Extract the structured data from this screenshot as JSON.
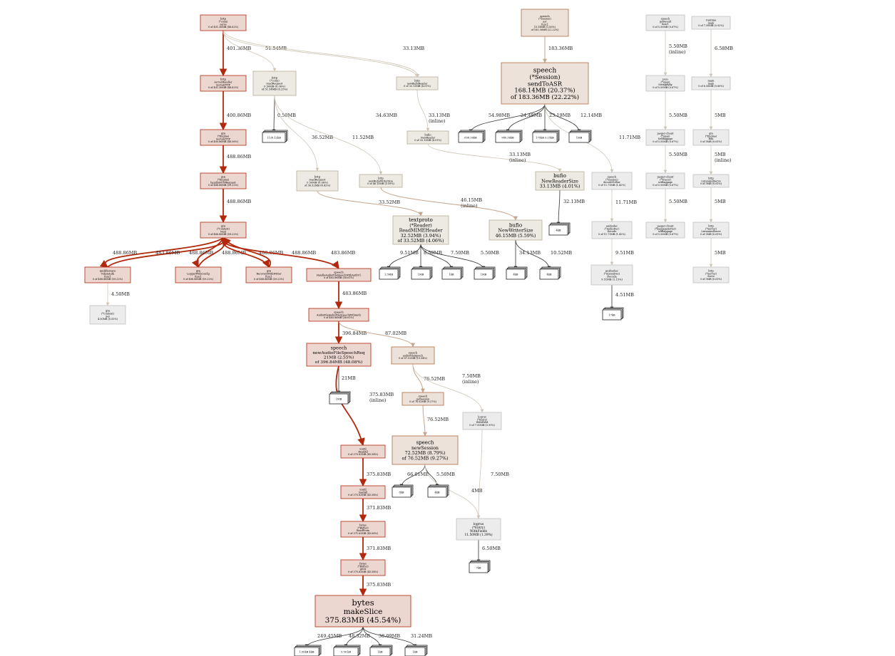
{
  "colors": {
    "hot_fill": "#ecd6d0",
    "hot_border": "#b2280c",
    "warm_fill": "#ede2d9",
    "warm_border": "#b06b45",
    "cool_fill": "#edeae4",
    "cool_border": "#b7ad9a",
    "cold_fill": "#ececec",
    "cold_border": "#c0c0c0",
    "hot_edge": "#b2280c",
    "warm_edge": "#c6a58b",
    "cool_edge": "#cfc5b5",
    "leaf_border": "#000000"
  },
  "nodes": {
    "http_conn_serve": {
      "lines": [
        "http",
        "(*conn)",
        "serve",
        "0 of 401.36MB (48.62%)"
      ]
    },
    "http_serverHandler": {
      "lines": [
        "http",
        "serverHandler",
        "ServeHTTP",
        "0 of 401.36MB (48.62%)"
      ]
    },
    "gin_engine_servehttp": {
      "lines": [
        "gin",
        "(*Engine)",
        "ServeHTTP",
        "0 of 400.86MB (48.56%)"
      ]
    },
    "gin_engine_handle": {
      "lines": [
        "gin",
        "(*Engine)",
        "handleHTTPRequest",
        "0 of 488.86MB (59.22%)"
      ]
    },
    "gin_context_next": {
      "lines": [
        "gin",
        "(*Context)",
        "Next",
        "0 of 488.86MB (59.22%)"
      ]
    },
    "middleware_tokenauth": {
      "lines": [
        "middleware",
        "TokenAuth",
        "func1",
        "0 of 488.86MB (59.22%)"
      ]
    },
    "gin_loggerwithconfig": {
      "lines": [
        "gin",
        "LoggerWithConfig",
        "func1",
        "0 of 488.86MB (59.22%)"
      ]
    },
    "gin_recovery": {
      "lines": [
        "gin",
        "RecoveryWithWriter",
        "func1",
        "0 of 488.86MB (59.22%)"
      ]
    },
    "speech_handleaudio": {
      "lines": [
        "speech",
        "HandleAudioFileSpeechWithAuthV1",
        "0 of 483.86MB (58.61%)"
      ]
    },
    "gin_context_set": {
      "lines": [
        "gin",
        "(*Context)",
        "Set",
        "4.50MB (0.55%)"
      ]
    },
    "speech_audiofile": {
      "lines": [
        "speech",
        "AudioFileAudioFileSpeechWithAuth",
        "0 of 483.86MB (58.61%)"
      ]
    },
    "speech_newaudiofile": {
      "lines": [
        "speech",
        "newAudioFileSpeechReq",
        "21MB (2.55%)",
        "of 396.84MB (48.08%)"
      ]
    },
    "speech_audiofilespeech": {
      "lines": [
        "speech",
        "audioFileSpeech",
        "0 of 87.02MB (10.54%)"
      ]
    },
    "speech_getsession": {
      "lines": [
        "speech",
        "getSession",
        "0 of 76.52MB (9.27%)"
      ]
    },
    "speech_newsession": {
      "lines": [
        "speech",
        "newSession",
        "72.52MB (8.79%)",
        "of 76.52MB (9.27%)"
      ]
    },
    "logrus_entry": {
      "lines": [
        "logrus",
        "(*Entry)",
        "WithField",
        "0 of 7.50MB (0.91%)"
      ]
    },
    "logrus_withfields": {
      "lines": [
        "logrus",
        "(*Entry)",
        "WithFields",
        "11.50MB (1.39%)"
      ]
    },
    "ioutil_readall": {
      "lines": [
        "ioutil",
        "ReadAll",
        "0 of 375.83MB (45.54%)"
      ]
    },
    "ioutil_readall2": {
      "lines": [
        "ioutil",
        "readAll",
        "0 of 375.83MB (45.54%)"
      ]
    },
    "bytes_readfrom": {
      "lines": [
        "bytes",
        "(*Buffer)",
        "ReadFrom",
        "0 of 371.83MB (45.06%)"
      ]
    },
    "bytes_grow": {
      "lines": [
        "bytes",
        "(*Buffer)",
        "grow",
        "0 of 375.83MB (45.54%)"
      ]
    },
    "bytes_makeslice": {
      "lines": [
        "bytes",
        "makeSlice",
        "375.83MB (45.54%)"
      ]
    },
    "http_readrequest": {
      "lines": [
        "http",
        "(*conn)",
        "readRequest",
        "0.50MB (0.06%)",
        "of 51.54MB (6.25%)"
      ]
    },
    "http_readrequest2": {
      "lines": [
        "http",
        "readRequest",
        "0.50MB (0.06%)",
        "of 36.52MB (4.42%)"
      ]
    },
    "textproto_mime": {
      "lines": [
        "textproto",
        "(*Reader)",
        "ReadMIMEHeader",
        "32.52MB (3.94%)",
        "of 33.52MB (4.06%)"
      ]
    },
    "http_newbufiowriter": {
      "lines": [
        "http",
        "newBufioWriterSize",
        "0 of 46.15MB (5.59%)"
      ]
    },
    "bufio_newwritersize": {
      "lines": [
        "bufio",
        "NewWriterSize",
        "46.15MB (5.59%)"
      ]
    },
    "http_newbufioreader": {
      "lines": [
        "http",
        "newBufioReader",
        "0 of 33.13MB (4.01%)"
      ]
    },
    "bufio_newreader": {
      "lines": [
        "bufio",
        "NewReader",
        "0 of 33.13MB (4.01%)"
      ]
    },
    "bufio_newreadersize": {
      "lines": [
        "bufio",
        "NewReaderSize",
        "33.13MB (4.01%)"
      ]
    },
    "speech_session_asr_func": {
      "lines": [
        "speech",
        "(*Session)",
        "asr",
        "func1",
        "15.14MB (1.83%)",
        "of 183.36MB (22.22%)"
      ]
    },
    "speech_sendtoasr": {
      "lines": [
        "speech",
        "(*Session)",
        "sendToASR",
        "168.14MB (20.37%)",
        "of 183.36MB (22.22%)"
      ]
    },
    "speech_decodetowav": {
      "lines": [
        "speech",
        "(*Session)",
        "decodeToWav",
        "0 of 11.71MB (1.42%)"
      ]
    },
    "audiodec_decode": {
      "lines": [
        "audiodec",
        "(*AudioDec)",
        "Decode",
        "0 of 11.71MB (1.42%)"
      ]
    },
    "audiodec_speexdec": {
      "lines": [
        "audiodec",
        "(*SpeexDec)",
        "Decode",
        "9.51MB (1.15%)"
      ]
    },
    "speech_getresult": {
      "lines": [
        "speech",
        "getResult",
        "func1",
        "0 of 5.50MB (0.67%)"
      ]
    },
    "json_stringify": {
      "lines": [
        "json",
        "(*Span)",
        "StringifyBy",
        "0 of 5.50MB (0.67%)"
      ]
    },
    "jaeger_span": {
      "lines": [
        "jaeger-client",
        "(*Span)",
        "SetBaggage",
        "0 of 5.50MB (0.67%)"
      ]
    },
    "jaeger_tracer": {
      "lines": [
        "jaeger-client",
        "(*Tracer)",
        "setBaggage",
        "0 of 5.50MB (0.67%)"
      ]
    },
    "jaeger_baggage": {
      "lines": [
        "jaeger-client",
        "(*baggageSetter)",
        "setBaggage",
        "0 of 5.50MB (0.67%)"
      ]
    },
    "runtime_main": {
      "lines": [
        "runtime",
        "main",
        "0 of 7.58MB (0.92%)"
      ]
    },
    "main_main": {
      "lines": [
        "main",
        "main",
        "0 of 6.58MB (0.80%)"
      ]
    },
    "gin_engine_run": {
      "lines": [
        "gin",
        "(*Engine)",
        "Run",
        "0 of 5MB (0.61%)"
      ]
    },
    "http_listen": {
      "lines": [
        "http",
        "ListenAndServe",
        "0 of 5MB (0.61%)"
      ]
    },
    "http_server_listen": {
      "lines": [
        "http",
        "(*Server)",
        "ListenAndServe",
        "0 of 5MB (0.61%)"
      ]
    },
    "http_server_serve": {
      "lines": [
        "http",
        "(*Server)",
        "Serve",
        "0 of 5MB (0.61%)"
      ]
    }
  },
  "leaves": {
    "l_readreq": "1128.12kB",
    "l_asr1": "858.36kB",
    "l_asr2": "940.36kB",
    "l_asr3": "175kB 3.25kB",
    "l_asr4": "1MB",
    "l_mime1": "1.5MB",
    "l_mime2": "1MB",
    "l_mime3": "1kB",
    "l_mime4": "1MB",
    "l_writer1": "4kB",
    "l_writer2": "4kB",
    "l_reader": "4kB",
    "l_speex": "17kB",
    "l_newreq": "1MB",
    "l_sess1": "8kB",
    "l_sess2": "4kB",
    "l_logrus": "7kB",
    "l_make1": "1.50kB 4kB",
    "l_make2": "3.50 kB",
    "l_make3": "1kB",
    "l_make4": "1kB"
  },
  "edges": {
    "e1": "401.36MB",
    "e2": "400.86MB",
    "e3": "488.86MB",
    "e4": "488.86MB",
    "e5": "488.86MB",
    "e6": "483.86MB",
    "e7": "488.86MB",
    "e8": "488.86MB",
    "e9": "488.86MB",
    "e10": "488.86MB",
    "e11": "488.86MB",
    "e12": "483.86MB",
    "e13": "4.50MB",
    "e14": "483.86MB",
    "e15": "396.84MB",
    "e16": "87.02MB",
    "e17": "21MB",
    "e18": "375.83MB",
    "e18b": "(inline)",
    "e19": "76.52MB",
    "e20": "7.50MB",
    "e20b": "(inline)",
    "e21": "76.52MB",
    "e22": "66.01MB",
    "e23": "5.50MB",
    "e24": "4MB",
    "e25": "7.50MB",
    "e26": "6.50MB",
    "e27": "375.83MB",
    "e28": "371.83MB",
    "e29": "371.83MB",
    "e30": "375.83MB",
    "e31": "249.45MB",
    "e32": "48.32MB",
    "e33": "38.09MB",
    "e34": "31.24MB",
    "e35": "51.54MB",
    "e36": "0.50MB",
    "e37": "36.52MB",
    "e38": "11.52MB",
    "e39": "34.63MB",
    "e40": "33.52MB",
    "e41": "46.15MB",
    "e41b": "(inline)",
    "e42": "9.51MB",
    "e43": "8.50MB",
    "e44": "7.50MB",
    "e45": "5.50MB",
    "e46": "34.13MB",
    "e47": "10.52MB",
    "e48": "33.13MB",
    "e49": "33.13MB",
    "e49b": "(inline)",
    "e50": "33.13MB",
    "e50b": "(inline)",
    "e51": "32.13MB",
    "e52": "183.36MB",
    "e53": "54.98MB",
    "e54": "24.48MB",
    "e55": "23.19MB",
    "e56": "12.14MB",
    "e57": "11.71MB",
    "e58": "11.71MB",
    "e59": "9.51MB",
    "e60": "4.51MB",
    "e61": "5.50MB",
    "e61b": "(inline)",
    "e62": "5.50MB",
    "e63": "5.50MB",
    "e63b": "(inline)",
    "e64": "5.50MB",
    "e65": "6.58MB",
    "e66": "5MB",
    "e67": "5MB",
    "e67b": "(inline)",
    "e68": "5MB",
    "e69": "5MB"
  }
}
